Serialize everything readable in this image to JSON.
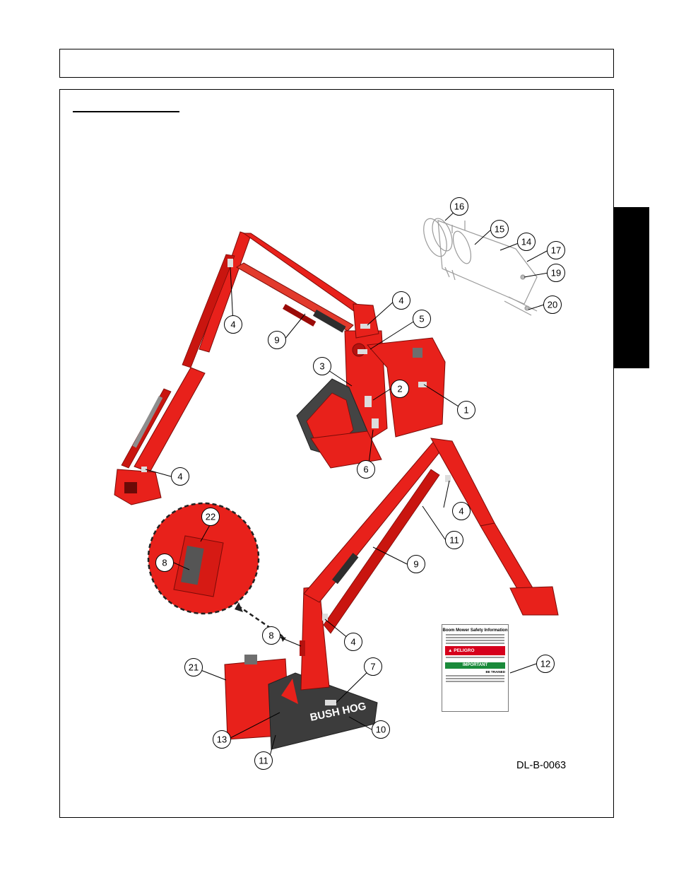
{
  "page": {
    "figure_code": "DL-B-0063"
  },
  "decal": {
    "title": "Boom Mower Safety Information",
    "danger_label": "PELIGRO",
    "important_label": "IMPORTANT",
    "be_trained_label": "BE TRAINED"
  },
  "callouts": [
    "1",
    "2",
    "3",
    "4",
    "4",
    "4",
    "4",
    "4",
    "5",
    "6",
    "7",
    "8",
    "8",
    "9",
    "9",
    "10",
    "11",
    "11",
    "12",
    "13",
    "14",
    "15",
    "16",
    "17",
    "19",
    "20",
    "21",
    "22"
  ],
  "colors": {
    "mower_red": "#e8211b",
    "mower_dark_red": "#b5120f",
    "base_plate": "#3c3c3c",
    "side_tab": "#000000"
  }
}
